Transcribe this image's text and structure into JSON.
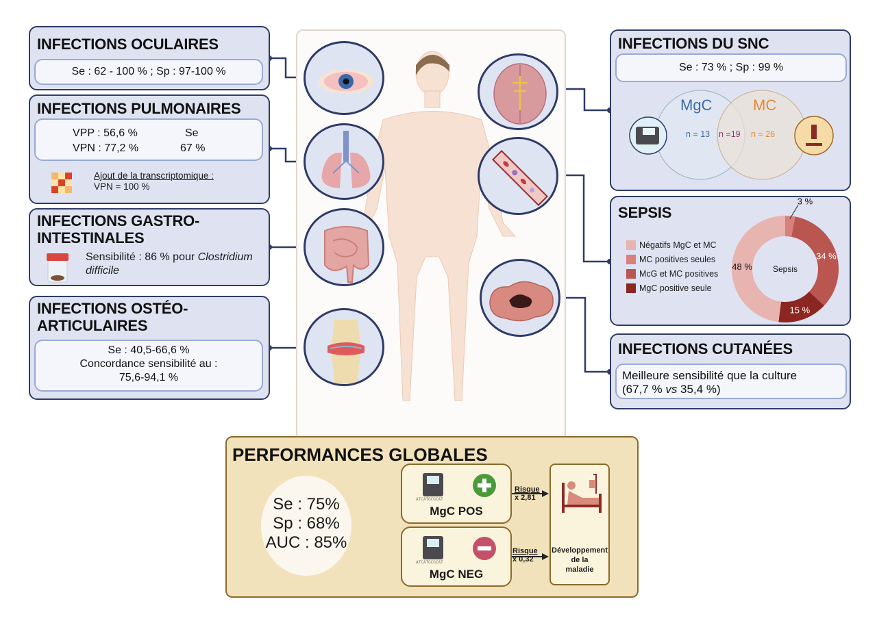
{
  "panels": {
    "ocular": {
      "title": "INFECTIONS OCULAIRES",
      "text": "Se : 62 - 100 % ; Sp : 97-100 %"
    },
    "pulmonary": {
      "title": "INFECTIONS PULMONAIRES",
      "vpp": "VPP : 56,6 %",
      "vpn": "VPN : 77,2 %",
      "se_label": "Se",
      "se_value": "67 %",
      "transcriptomic_label": "Ajout de la transcriptomique :",
      "transcriptomic_value": "VPN = 100 %",
      "icon": "heatmap-icon"
    },
    "gastro": {
      "title_line1": "INFECTIONS GASTRO-",
      "title_line2": "INTESTINALES",
      "text_prefix": "Sensibilité : 86 % pour ",
      "text_italic1": "Clostridium",
      "text_italic2": "difficile",
      "icon": "stool-sample-jar-icon"
    },
    "osteo": {
      "title_line1": "INFECTIONS OSTÉO-",
      "title_line2": "ARTICULAIRES",
      "line1": "Se : 40,5-66,6 %",
      "line2": "Concordance sensibilité au :",
      "line3": "75,6-94,1 %"
    },
    "cns": {
      "title": "INFECTIONS DU SNC",
      "text": "Se : 73 % ; Sp : 99 %",
      "venn": {
        "left_label": "MgC",
        "right_label": "MC",
        "left_only": "n = 13",
        "overlap": "n =19",
        "right_only": "n = 26",
        "left_color": "#3d6aa8",
        "right_color": "#e08a3c",
        "overlap_color": "#8a3b6b"
      }
    },
    "sepsis": {
      "title": "SEPSIS",
      "center_label": "Sepsis"
    },
    "cutaneous": {
      "title": "INFECTIONS CUTANÉES",
      "line1": "Meilleure sensibilité que la culture",
      "line2_prefix": "(67,7 % ",
      "line2_italic": "vs",
      "line2_suffix": " 35,4 %)"
    }
  },
  "chart_data": {
    "type": "pie",
    "title": "Sepsis",
    "donut": true,
    "categories": [
      "Négatifs MgC et MC",
      "MC positives seules",
      "McG et MC positives",
      "MgC positive seule"
    ],
    "values": [
      48,
      3,
      34,
      15
    ],
    "labels": [
      "48 %",
      "3 %",
      "34 %",
      "15 %"
    ],
    "colors": [
      "#e8b4b0",
      "#d9807b",
      "#b95650",
      "#8c2620"
    ],
    "legend_placement": "left",
    "slice_order_clockwise_from_top": [
      1,
      2,
      3,
      0
    ]
  },
  "organs": [
    {
      "name": "eye-icon"
    },
    {
      "name": "lungs-icon"
    },
    {
      "name": "intestine-icon"
    },
    {
      "name": "knee-joint-icon"
    },
    {
      "name": "brain-icon"
    },
    {
      "name": "blood-vessel-icon"
    },
    {
      "name": "skin-wound-icon"
    }
  ],
  "performance": {
    "title": "PERFORMANCES GLOBALES",
    "se": "Se : 75%",
    "sp": "Sp : 68%",
    "auc": "AUC : 85%",
    "pos_label": "MgC POS",
    "neg_label": "MgC NEG",
    "pos_risk_label": "Risque",
    "pos_risk_value": "x 2,81",
    "neg_risk_label": "Risque",
    "neg_risk_value": "x 0,32",
    "outcome_line1": "Développement",
    "outcome_line2": "de la",
    "outcome_line3": "maladie",
    "pos_color": "#4a9a3a",
    "neg_color": "#c4506a"
  }
}
